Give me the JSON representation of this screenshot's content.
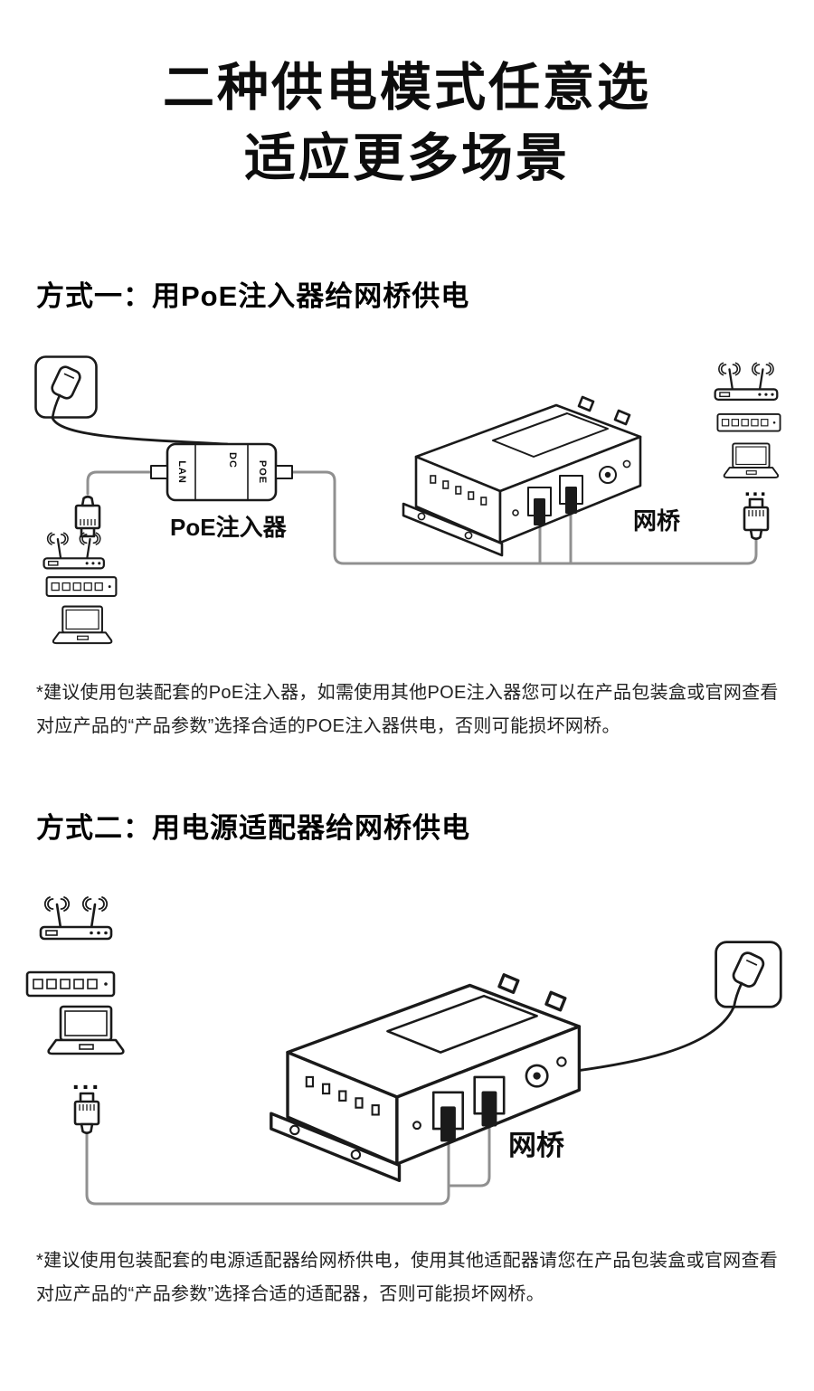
{
  "title": {
    "line1": "二种供电模式任意选",
    "line2": "适应更多场景"
  },
  "section1": {
    "heading": "方式一：用PoE注入器给网桥供电",
    "labels": {
      "injector": "PoE注入器",
      "bridge": "网桥",
      "port_lan": "LAN",
      "port_dc": "DC",
      "port_poe": "POE",
      "ellipsis": "..."
    },
    "note": "*建议使用包装配套的PoE注入器，如需使用其他POE注入器您可以在产品包装盒或官网查看对应产品的“产品参数”选择合适的POE注入器供电，否则可能损坏网桥。"
  },
  "section2": {
    "heading": "方式二：用电源适配器给网桥供电",
    "labels": {
      "bridge": "网桥",
      "ellipsis": "..."
    },
    "note": "*建议使用包装配套的电源适配器给网桥供电，使用其他适配器请您在产品包装盒或官网查看对应产品的“产品参数”选择合适的适配器，否则可能损坏网桥。"
  },
  "colors": {
    "outline": "#1a1a1a",
    "cable_gray": "#909090",
    "background": "#ffffff"
  }
}
